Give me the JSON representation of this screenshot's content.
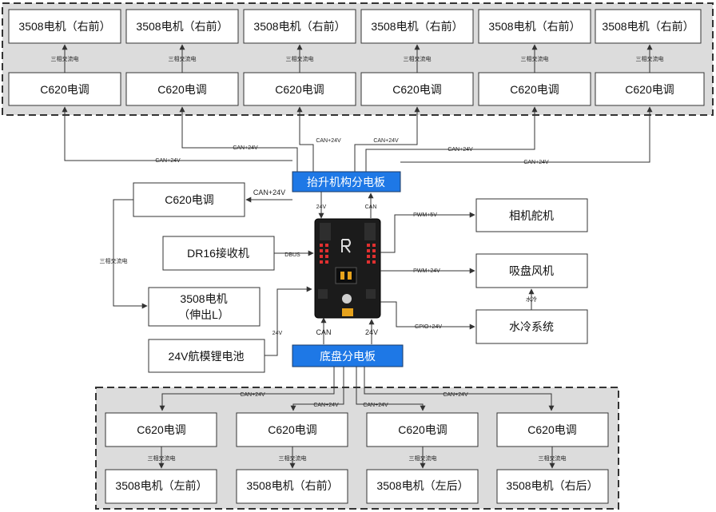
{
  "top_group": {
    "motors": [
      "3508电机（右前）",
      "3508电机（右前）",
      "3508电机（右前）",
      "3508电机（右前）",
      "3508电机（右前）",
      "3508电机（右前）"
    ],
    "phase_labels": [
      "三相交流电",
      "三相交流电",
      "三相交流电",
      "三相交流电",
      "三相交流电",
      "三相交流电"
    ],
    "escs": [
      "C620电调",
      "C620电调",
      "C620电调",
      "C620电调",
      "C620电调",
      "C620电调"
    ]
  },
  "top_can_labels": [
    "CAN+24V",
    "CAN+24V",
    "CAN+24V",
    "CAN+24V",
    "CAN+24V",
    "CAN+24V"
  ],
  "lift_board": "抬升机构分电板",
  "left_esc": "C620电调",
  "left_can_label": "CAN+24V",
  "left_phase_label": "三相交流电",
  "receiver": "DR16接收机",
  "dbus_label": "DBUS",
  "extend_motor": [
    "3508电机",
    "（伸出L）"
  ],
  "battery": "24V航模锂电池",
  "battery_label": "24V",
  "board_labels": {
    "lift_24v": "24V",
    "lift_can": "CAN",
    "chassis_can": "CAN",
    "chassis_24v": "24V"
  },
  "right": {
    "camera_servo": "相机舵机",
    "camera_label": "PWM+5V",
    "suction_fan": "吸盘风机",
    "fan_label": "PWM+24V",
    "water_label": "水冷",
    "water_system": "水冷系统",
    "water_sys_label": "GPIO+24V"
  },
  "chassis_board": "底盘分电板",
  "bottom_can_labels": [
    "CAN+24V",
    "CAN+24V",
    "CAN+24V",
    "CAN+24V"
  ],
  "bottom_group": {
    "escs": [
      "C620电调",
      "C620电调",
      "C620电调",
      "C620电调"
    ],
    "phase_labels": [
      "三相交流电",
      "三相交流电",
      "三相交流电",
      "三相交流电"
    ],
    "motors": [
      "3508电机（左前）",
      "3508电机（右前）",
      "3508电机（左后）",
      "3508电机（右后）"
    ]
  },
  "colors": {
    "board_blue": "#1e78e6",
    "group_bg": "#dcdcdc",
    "controller_pcb": "#1b1b1b",
    "controller_led": "#e03030",
    "controller_connector": "#e6a21c"
  }
}
